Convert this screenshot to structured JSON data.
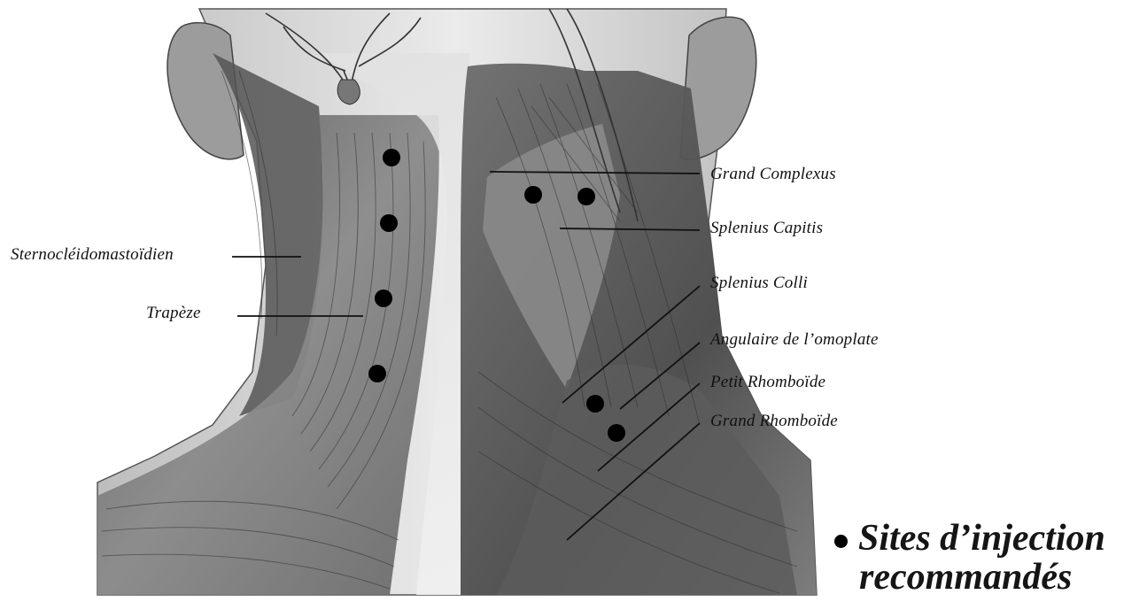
{
  "labels": {
    "grand_complexus": "Grand Complexus",
    "splenius_capitis": "Splenius Capitis",
    "splenius_colli": "Splenius Colli",
    "angulaire": "Angulaire de l’omoplate",
    "petit_rhomboide": "Petit Rhomboïde",
    "grand_rhomboide": "Grand Rhomboïde",
    "sterno": "Sternocléidomastoïdien",
    "trapeze": "Trapèze"
  },
  "legend": {
    "line1": "Sites d’injection",
    "line2": "recommandés"
  },
  "colors": {
    "muscle_dark": "#3f3f3f",
    "muscle_mid": "#7d7d7d",
    "muscle_light": "#c9c9c9",
    "skin": "#e6e6e6",
    "injection_dot": "#000000"
  }
}
